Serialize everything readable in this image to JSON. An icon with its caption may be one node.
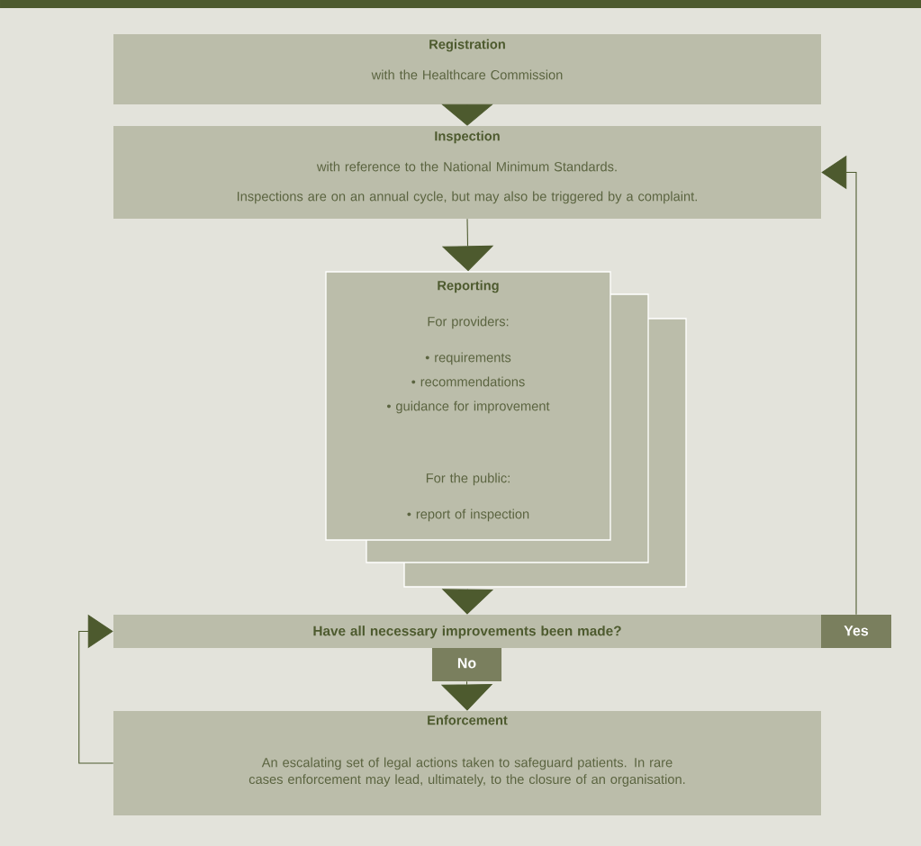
{
  "diagram": {
    "nodes": [
      {
        "text": [
          "Registration",
          "with the Healthcare Commission"
        ]
      },
      {
        "text": [
          "Inspection",
          "with reference to the National Minimum Standards.",
          "Inspections are on an annual cycle, but may also be triggered by a complaint."
        ]
      },
      {
        "text": [
          "Reporting",
          "For providers:",
          "• requirements",
          "• recommendations",
          "• guidance for improvement",
          "For the public:",
          "• report of inspection"
        ]
      },
      {
        "text": [
          "Have all necessary improvements been made?"
        ]
      },
      {
        "text": [
          "Yes"
        ]
      },
      {
        "text": [
          "No"
        ]
      },
      {
        "text": [
          "Enforcement",
          "An escalating set of legal actions taken to safeguard patients. In rare cases enforcement may lead, ultimately, to the closure of an organisation."
        ]
      }
    ],
    "edges": [
      {
        "from": 0,
        "to": 1,
        "arrow": "to"
      },
      {
        "from": 1,
        "to": 2,
        "arrow": "to"
      },
      {
        "from": 2,
        "to": 3,
        "arrow": "to"
      },
      {
        "from": 5,
        "to": 6,
        "arrow": "to"
      },
      {
        "from": 4,
        "to": 1,
        "arrow": "to"
      },
      {
        "from": 6,
        "to": 3,
        "arrow": "to"
      }
    ]
  }
}
